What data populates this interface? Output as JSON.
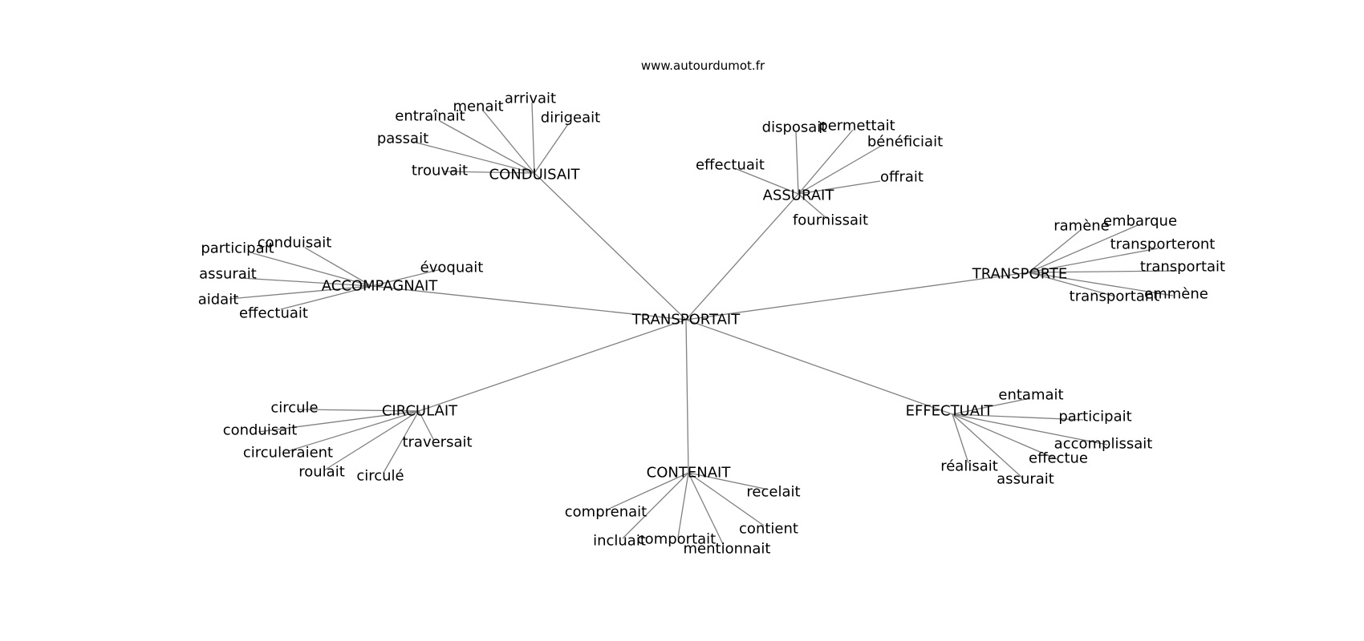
{
  "watermark": "www.autourdumot.fr",
  "graph": {
    "center": "TRANSPORTAIT",
    "groups": [
      {
        "hub": "CONDUISAIT",
        "words": [
          "arrivait",
          "menait",
          "dirigeait",
          "entraînait",
          "passait",
          "trouvait"
        ]
      },
      {
        "hub": "ASSURAIT",
        "words": [
          "disposait",
          "permettait",
          "bénéficiait",
          "effectuait",
          "offrait",
          "fournissait"
        ]
      },
      {
        "hub": "ACCOMPAGNAIT",
        "words": [
          "participait",
          "conduisait",
          "évoquait",
          "assurait",
          "aidait",
          "effectuait"
        ]
      },
      {
        "hub": "TRANSPORTE",
        "words": [
          "ramène",
          "embarque",
          "transporteront",
          "transportait",
          "transportant",
          "emmène"
        ]
      },
      {
        "hub": "CIRCULAIT",
        "words": [
          "circule",
          "conduisait",
          "traversait",
          "circuleraient",
          "roulait",
          "circulé"
        ]
      },
      {
        "hub": "EFFECTUAIT",
        "words": [
          "entamait",
          "participait",
          "accomplissait",
          "effectue",
          "réalisait",
          "assurait"
        ]
      },
      {
        "hub": "CONTENAIT",
        "words": [
          "recelait",
          "comprenait",
          "contient",
          "incluait",
          "comportait",
          "mentionnait"
        ]
      }
    ]
  }
}
